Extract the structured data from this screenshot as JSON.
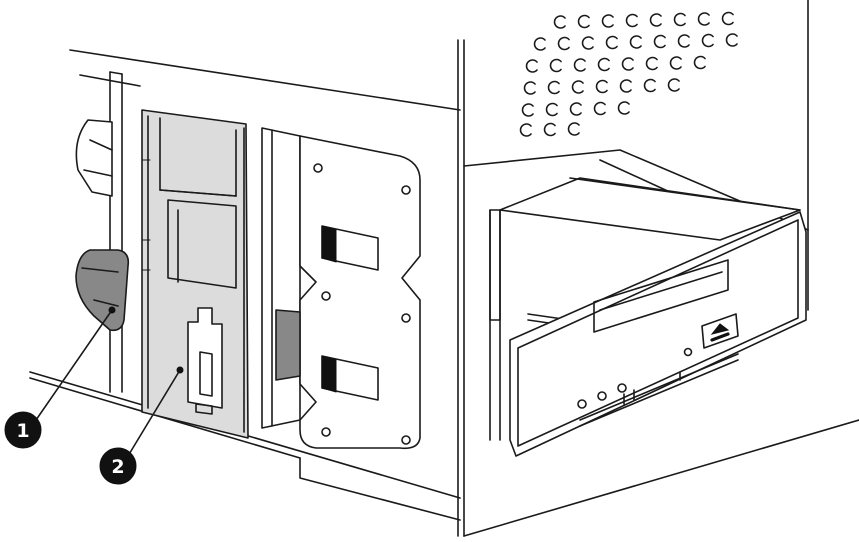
{
  "callouts": [
    {
      "label": "1",
      "target": "handle"
    },
    {
      "label": "2",
      "target": "drive-rail-bracket"
    }
  ],
  "colors": {
    "line": "#1a1a1a",
    "rail_fill": "#dcdcdc",
    "handle_fill": "#888888",
    "callout_fill": "#111111"
  }
}
